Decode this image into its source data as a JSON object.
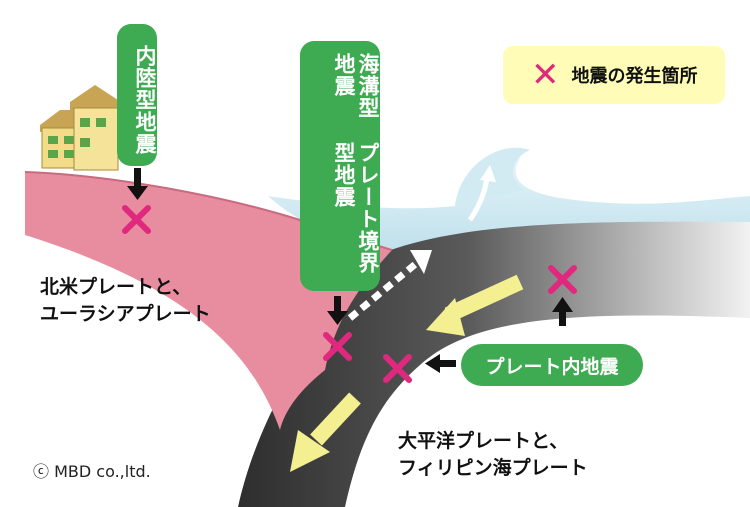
{
  "labels": {
    "inland": "内陸型地震",
    "trench": "海溝型地震",
    "boundary": "プレート境界型地震",
    "intraplate": "プレート内地震"
  },
  "legend": {
    "text": "地震の発生箇所",
    "marker_color": "#e0287e"
  },
  "plates": {
    "continental": "北米プレートと、\nユーラシアプレート",
    "oceanic": "大平洋プレートと、\nフィリピン海プレート"
  },
  "copyright": "ⓒ MBD co.,ltd.",
  "colors": {
    "label_green": "#3eaa52",
    "continental_plate": "#e88d9f",
    "oceanic_plate": "#444444",
    "sea": "#c8e6f0",
    "legend_bg": "#fffcb8",
    "motion_arrow": "#f4f092",
    "epicenter": "#e0287e"
  }
}
